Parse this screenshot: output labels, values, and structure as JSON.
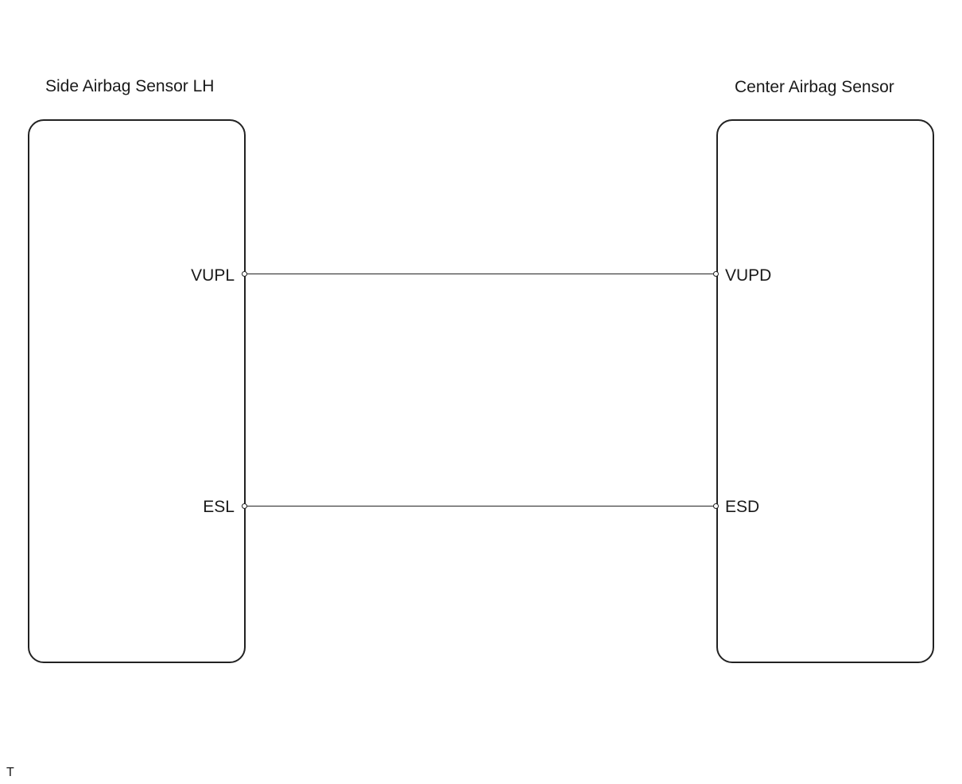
{
  "components": {
    "left": {
      "title": "Side Airbag Sensor LH"
    },
    "right": {
      "title": "Center Airbag Sensor"
    }
  },
  "connections": [
    {
      "left_pin": "VUPL",
      "right_pin": "VUPD"
    },
    {
      "left_pin": "ESL",
      "right_pin": "ESD"
    }
  ],
  "corner_mark": "T"
}
